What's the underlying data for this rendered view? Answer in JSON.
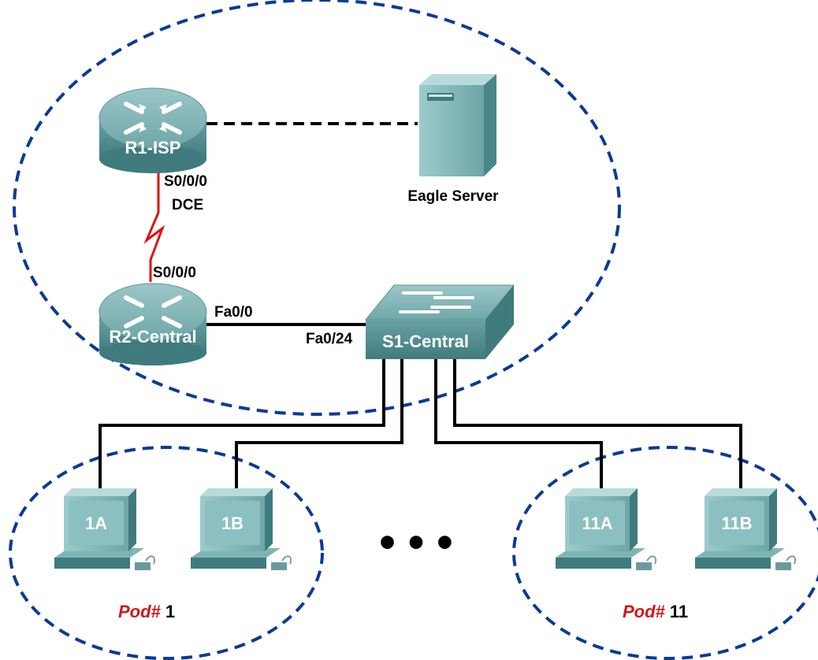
{
  "colors": {
    "boundary": "#0a3a96",
    "serial_link": "#e01010",
    "pod_word": "#d01818",
    "device_teal": "#5a9a9c"
  },
  "devices": {
    "r1": {
      "label": "R1-ISP",
      "icon": "router-icon"
    },
    "r2": {
      "label": "R2-Central",
      "icon": "router-icon"
    },
    "s1": {
      "label": "S1-Central",
      "icon": "switch-icon"
    },
    "server": {
      "label": "Eagle Server",
      "icon": "server-icon"
    }
  },
  "interfaces": {
    "r1_serial": "S0/0/0",
    "r1_dce": "DCE",
    "r2_serial": "S0/0/0",
    "r2_fa": "Fa0/0",
    "s1_fa": "Fa0/24"
  },
  "pcs": {
    "pc1a": "1A",
    "pc1b": "1B",
    "pc11a": "11A",
    "pc11b": "11B"
  },
  "pods": {
    "pod1": {
      "word": "Pod#",
      "number": " 1"
    },
    "pod11": {
      "word": "Pod#",
      "number": " 11"
    }
  },
  "ellipsis": "• • •"
}
